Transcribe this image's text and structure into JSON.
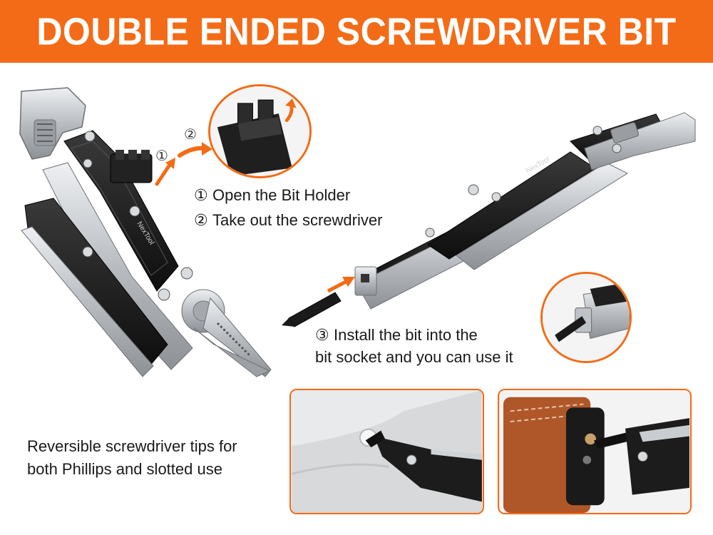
{
  "banner": {
    "title": "DOUBLE ENDED SCREWDRIVER BIT"
  },
  "markers": {
    "step1": "①",
    "step2": "②"
  },
  "steps": [
    {
      "num": "①",
      "text": "Open the Bit Holder"
    },
    {
      "num": "②",
      "text": "Take out the screwdriver"
    }
  ],
  "step3": {
    "num": "③",
    "line1": "Install the bit into the",
    "line2": "bit socket and you can use it"
  },
  "feature": {
    "line1": "Reversible screwdriver tips for",
    "line2": "both Phillips and slotted use"
  },
  "colors": {
    "accent": "#f36b16",
    "tool_black": "#1c1c1c",
    "tool_silver": "#c9ccd0",
    "leather": "#b0572a"
  },
  "icons": [
    "arrow-icon",
    "multitool-image",
    "bit-socket-image",
    "leather-case-image"
  ]
}
